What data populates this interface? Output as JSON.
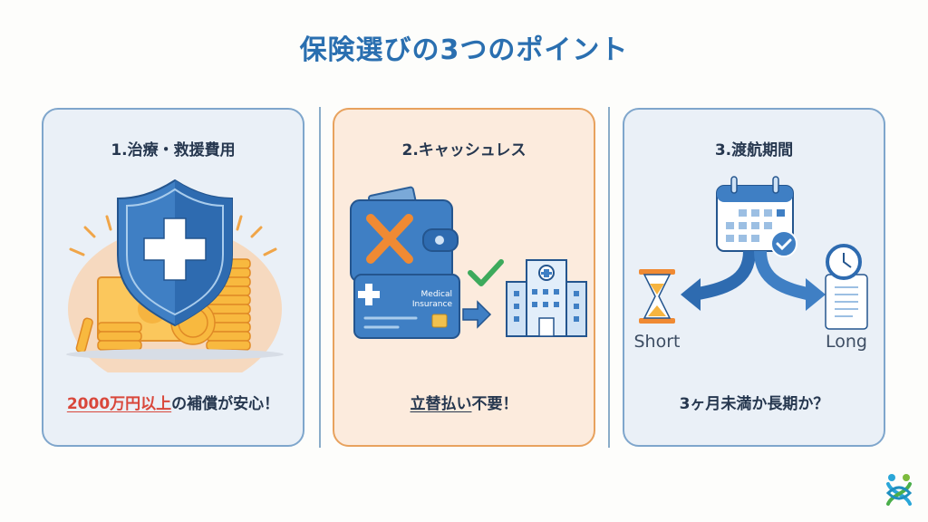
{
  "title": "保険選びの3つのポイント",
  "cards": [
    {
      "title": "1.治療・救援費用",
      "foot_highlight": "2000万円以上",
      "foot_rest": "の補償が安心！",
      "icon": "shield-cross-money-icon"
    },
    {
      "title": "2.キャッシュレス",
      "foot_highlight": "立替払い",
      "foot_rest": "不要！",
      "icon": "wallet-card-hospital-icon",
      "card_text_1": "Medical",
      "card_text_2": "Insurance"
    },
    {
      "title": "3.渡航期間",
      "foot_text": "3ヶ月未満か長期か？",
      "icon": "calendar-split-icon",
      "left_label": "Short",
      "right_label": "Long"
    }
  ],
  "colors": {
    "title": "#2a6fb0",
    "accent_red": "#d9473b",
    "card_blue_border": "#7fa6cc",
    "card_orange_border": "#e8a25e"
  }
}
